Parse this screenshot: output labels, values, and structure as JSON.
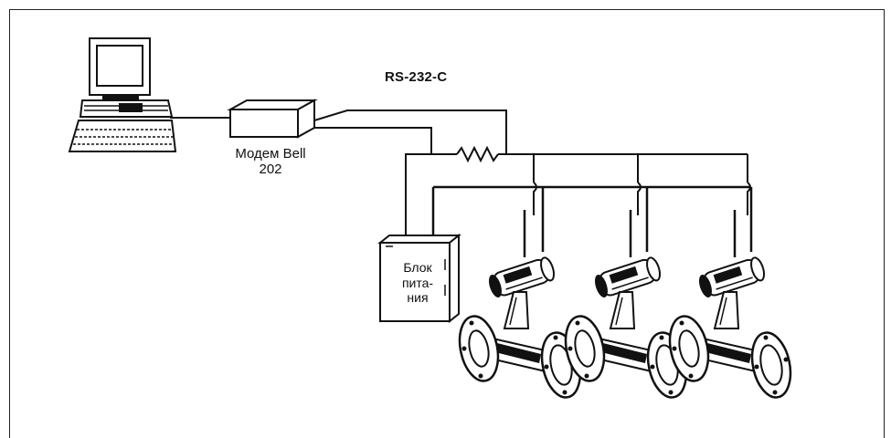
{
  "diagram": {
    "bus_label": "RS-232-C",
    "modem_label_line1": "Модем Bell",
    "modem_label_line2": "202",
    "psu_label_line1": "Блок",
    "psu_label_line2": "пита-",
    "psu_label_line3": "ния",
    "flowmeter_count": 3,
    "icons": [
      "computer-icon",
      "modem-icon",
      "resistor-icon",
      "power-supply-icon",
      "flowmeter-icon"
    ]
  }
}
